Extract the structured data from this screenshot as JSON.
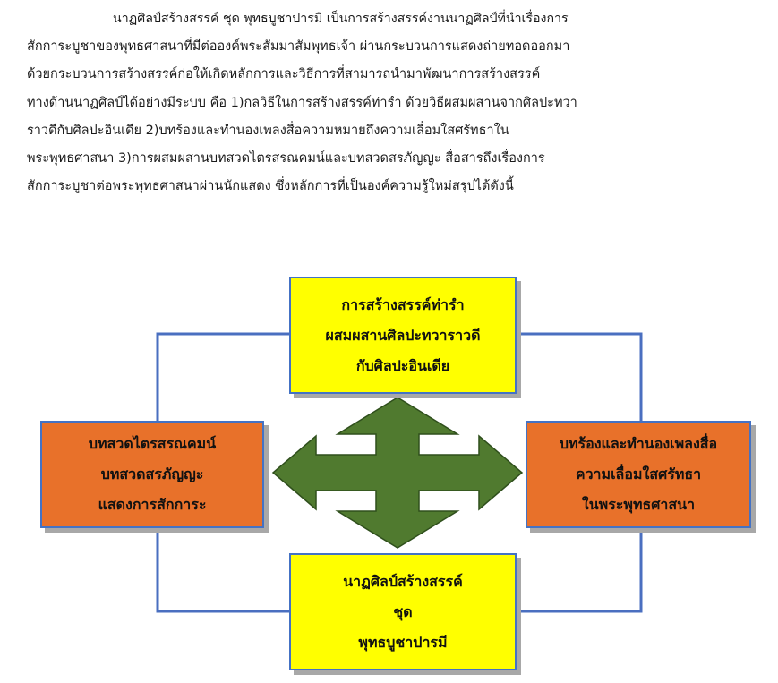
{
  "paragraph": {
    "lines": [
      "นาฏศิลป์สร้างสรรค์ ชุด พุทธบูชาปารมี เป็นการสร้างสรรค์งานนาฏศิลป์ที่นำเรื่องการ",
      "สักการะบูชาของพุทธศาสนาที่มีต่อองค์พระสัมมาสัมพุทธเจ้า ผ่านกระบวนการแสดงถ่ายทอดออกมา",
      "ด้วยกระบวนการสร้างสรรค์ก่อให้เกิดหลักการและวิธีการที่สามารถนำมาพัฒนาการสร้างสรรค์",
      "ทางด้านนาฏศิลป์ได้อย่างมีระบบ คือ 1)กลวิธีในการสร้างสรรค์ท่ารำ ด้วยวิธีผสมผสานจากศิลปะทวา",
      "ราวดีกับศิลปะอินเดีย 2)บทร้องและทำนองเพลงสื่อความหมายถึงความเลื่อมใสศรัทธาใน",
      "พระพุทธศาสนา 3)การผสมผสานบทสวดไตรสรณคมน์และบทสวดสรภัญญะ สื่อสารถึงเรื่องการ",
      "สักการะบูชาต่อพระพุทธศาสนาผ่านนักแสดง ซึ่งหลักการที่เป็นองค์ความรู้ใหม่สรุปได้ดังนี้"
    ]
  },
  "diagram": {
    "colors": {
      "yellow": "#ffff00",
      "orange": "#e8712a",
      "box_border": "#4472c4",
      "connector": "#4a6fc0",
      "arrow_fill": "#507a2f",
      "arrow_stroke": "#2f4f1c"
    },
    "center_icon": "four-way-arrow-icon",
    "boxes": {
      "top": [
        "การสร้างสรรค์ท่ารำ",
        "ผสมผสานศิลปะทวาราวดี",
        "กับศิลปะอินเดีย"
      ],
      "left": [
        "บทสวดไตรสรณคมน์",
        "บทสวดสรภัญญะ",
        "แสดงการสักการะ"
      ],
      "right": [
        "บทร้องและทำนองเพลงสื่อ",
        "ความเลื่อมใสศรัทธา",
        "ในพระพุทธศาสนา"
      ],
      "bottom": [
        "นาฏศิลป์สร้างสรรค์",
        "ชุด",
        "พุทธบูชาปารมี"
      ]
    }
  }
}
